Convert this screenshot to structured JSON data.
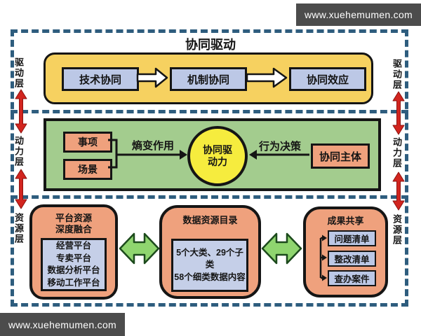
{
  "watermark_top": "www.xuehemumen.com",
  "watermark_bottom": "www.xuehemumen.com",
  "colors": {
    "dash_border": "#2e5d7e",
    "layer1_bg": "#f6d160",
    "layer2_bg": "#a3cc8e",
    "node_blue": "#bcc8e6",
    "orange": "#efa17d",
    "circle_yellow": "#f6ec3e",
    "green_arrow": "#8fd56f",
    "red_arrow": "#d2251f",
    "wm_bg": "#4c4c4c"
  },
  "drive_layer": {
    "side_label": "驱动层",
    "title": "协同驱动",
    "nodes": [
      "技术协同",
      "机制协同",
      "协同效应"
    ]
  },
  "power_layer": {
    "side_label": "动力层",
    "inputs": [
      "事项",
      "场景"
    ],
    "entropy_label": "熵变作用",
    "circle_line1": "协同驱",
    "circle_line2": "动力",
    "decision_label": "行为决策",
    "subject": "协同主体"
  },
  "resource_layer": {
    "side_label": "资源层",
    "cards": [
      {
        "title_line1": "平台资源",
        "title_line2": "深度融合",
        "items": [
          "经营平台",
          "专卖平台",
          "数据分析平台",
          "移动工作平台"
        ]
      },
      {
        "title": "数据资源目录",
        "lines": [
          "5个大类、29个子类",
          "58个细类数据内容"
        ]
      },
      {
        "title": "成果共享",
        "items": [
          "问题清单",
          "整改清单",
          "查办案件"
        ]
      }
    ]
  }
}
